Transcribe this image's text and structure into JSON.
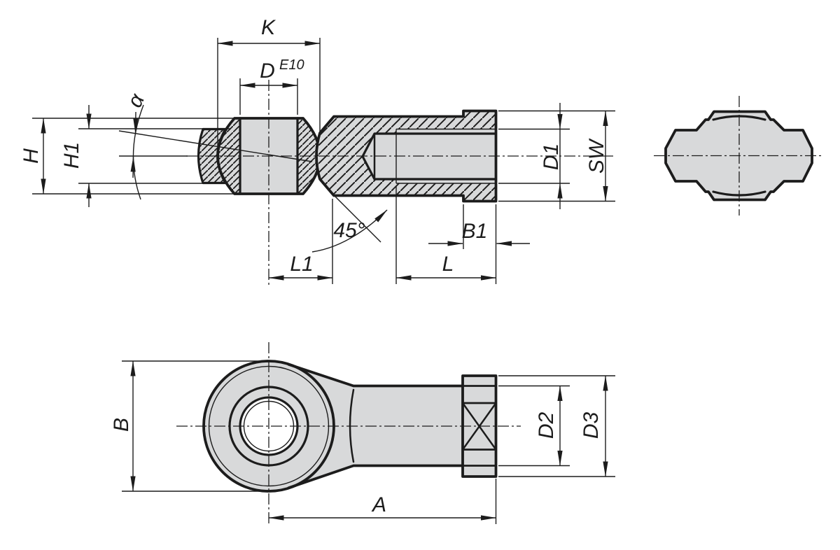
{
  "drawing": {
    "colors": {
      "part_fill": "#d8d9da",
      "line": "#1c1c1c",
      "background": "#ffffff"
    },
    "section_view": {
      "labels": {
        "K": "K",
        "D": "D",
        "D_tolerance": "E10",
        "alpha": "α",
        "H": "H",
        "H1": "H1",
        "D1": "D1",
        "SW": "SW",
        "B1": "B1",
        "L": "L",
        "L1": "L1",
        "chamfer_angle": "45°"
      }
    },
    "front_view": {
      "labels": {
        "B": "B",
        "D2": "D2",
        "D3": "D3",
        "A": "A"
      }
    }
  }
}
